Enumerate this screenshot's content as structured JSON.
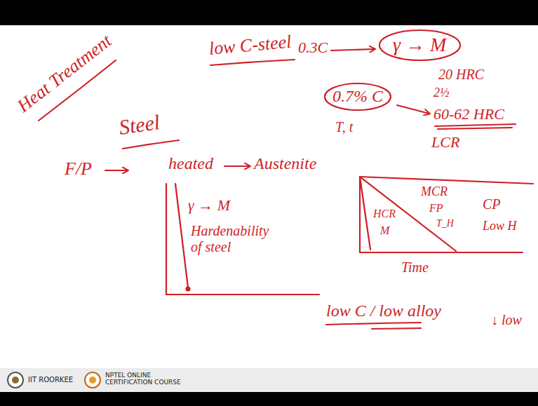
{
  "diagram": {
    "nodes": [
      {
        "text": [
          "γ → M"
        ]
      },
      {
        "text": [
          "0.7% C"
        ]
      }
    ],
    "labels": [
      "Heat Treatment",
      "Steel",
      "low C-steel",
      "0.3C",
      "20 HRC",
      "2½",
      "60-62 HRC",
      "T, t",
      "F/P",
      "heated",
      "Austenite",
      "LCR",
      "MCR",
      "HCR",
      "FP",
      "T_H",
      "M",
      "CP",
      "Low H",
      "γ → M",
      "Hardenability of steel",
      "Time",
      "low C / low alloy",
      "↓ low",
      "IIT ROORKEE",
      "NPTEL ONLINE CERTIFICATION COURSE"
    ]
  }
}
